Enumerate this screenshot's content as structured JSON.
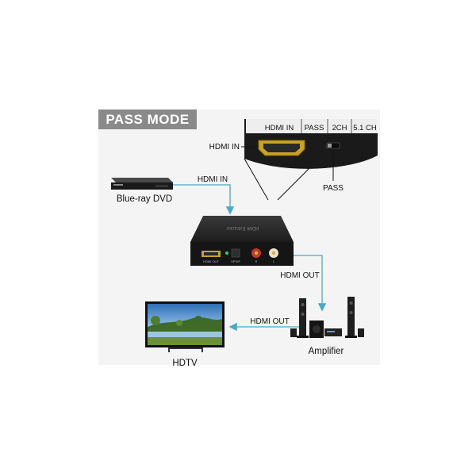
{
  "mode_badge": "PASS MODE",
  "zoom_panel": {
    "labels": [
      "HDMI IN",
      "PASS",
      "2CH",
      "5.1 CH"
    ],
    "callout_hdmi_in": "HDMI IN",
    "callout_pass": "PASS"
  },
  "devices": {
    "bluray": "Blue-ray DVD",
    "hdtv": "HDTV",
    "amplifier": "Amplifier"
  },
  "connections": {
    "bluray_to_extractor": "HDMI IN",
    "extractor_to_amplifier": "HDMI OUT",
    "amplifier_to_hdtv": "HDMI OUT"
  },
  "extractor_ports": {
    "hdmi_out": "HDMI OUT",
    "spdif": "SPDIF",
    "right": "R",
    "left": "L"
  },
  "colors": {
    "connector_line": "#4aa8c8",
    "badge": "#8a8a8a"
  }
}
